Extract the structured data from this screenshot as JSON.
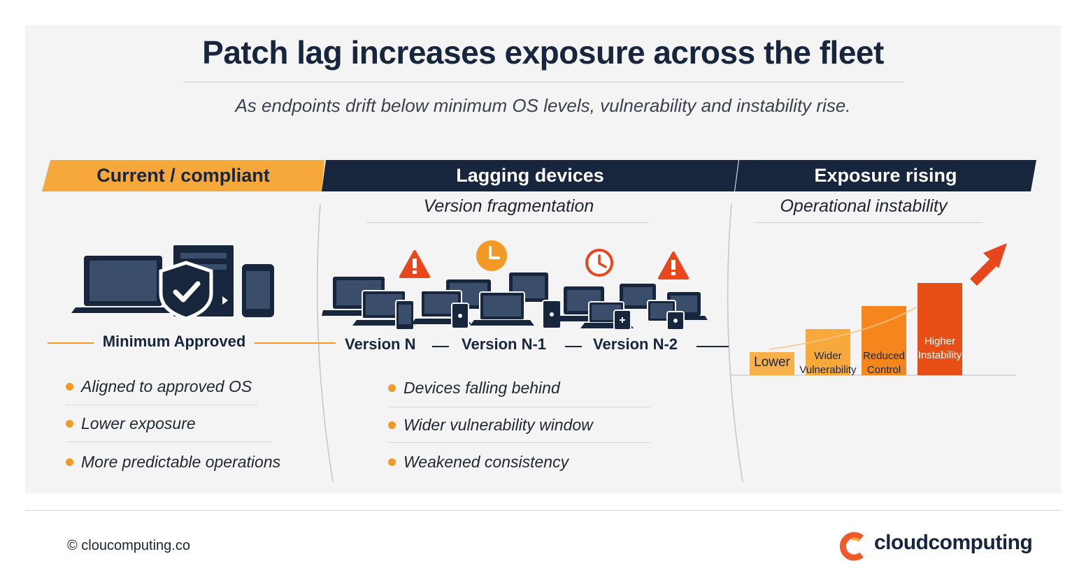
{
  "title": "Patch lag increases exposure across the fleet",
  "subtitle": "As endpoints drift below minimum OS levels, vulnerability and instability rise.",
  "sections": [
    {
      "banner": "Current / compliant",
      "label": "Minimum Approved",
      "bullets": [
        "Aligned to approved OS",
        "Lower exposure",
        "More predictable operations"
      ]
    },
    {
      "banner": "Lagging devices",
      "subheading": "Version fragmentation",
      "versions": [
        "Version N",
        "Version N-1",
        "Version N-2"
      ],
      "bullets": [
        "Devices falling behind",
        "Wider vulnerability window",
        "Weakened consistency"
      ]
    },
    {
      "banner": "Exposure rising",
      "subheading": "Operational instability",
      "bars": [
        {
          "line1": "Lower",
          "line2": "",
          "level": 1,
          "color": "#f8b04a"
        },
        {
          "line1": "Wider",
          "line2": "Vulnerability",
          "level": 2,
          "color": "#f8a93c"
        },
        {
          "line1": "Reduced",
          "line2": "Control",
          "level": 3,
          "color": "#f5861e"
        },
        {
          "line1": "Higher",
          "line2": "Instability",
          "level": 4,
          "color": "#e84f16"
        }
      ]
    }
  ],
  "colors": {
    "navy": "#17263d",
    "orange": "#f6a83a",
    "alert": "#e8461c",
    "clock": "#f39a26"
  },
  "icons": [
    "laptop-icon",
    "shield-check-icon",
    "desktop-tower-icon",
    "smartphone-icon",
    "warning-icon",
    "clock-icon",
    "trend-arrow-icon"
  ],
  "footer": {
    "copyright": "© cloucomputing.co",
    "brand": "cloudcomputing"
  }
}
